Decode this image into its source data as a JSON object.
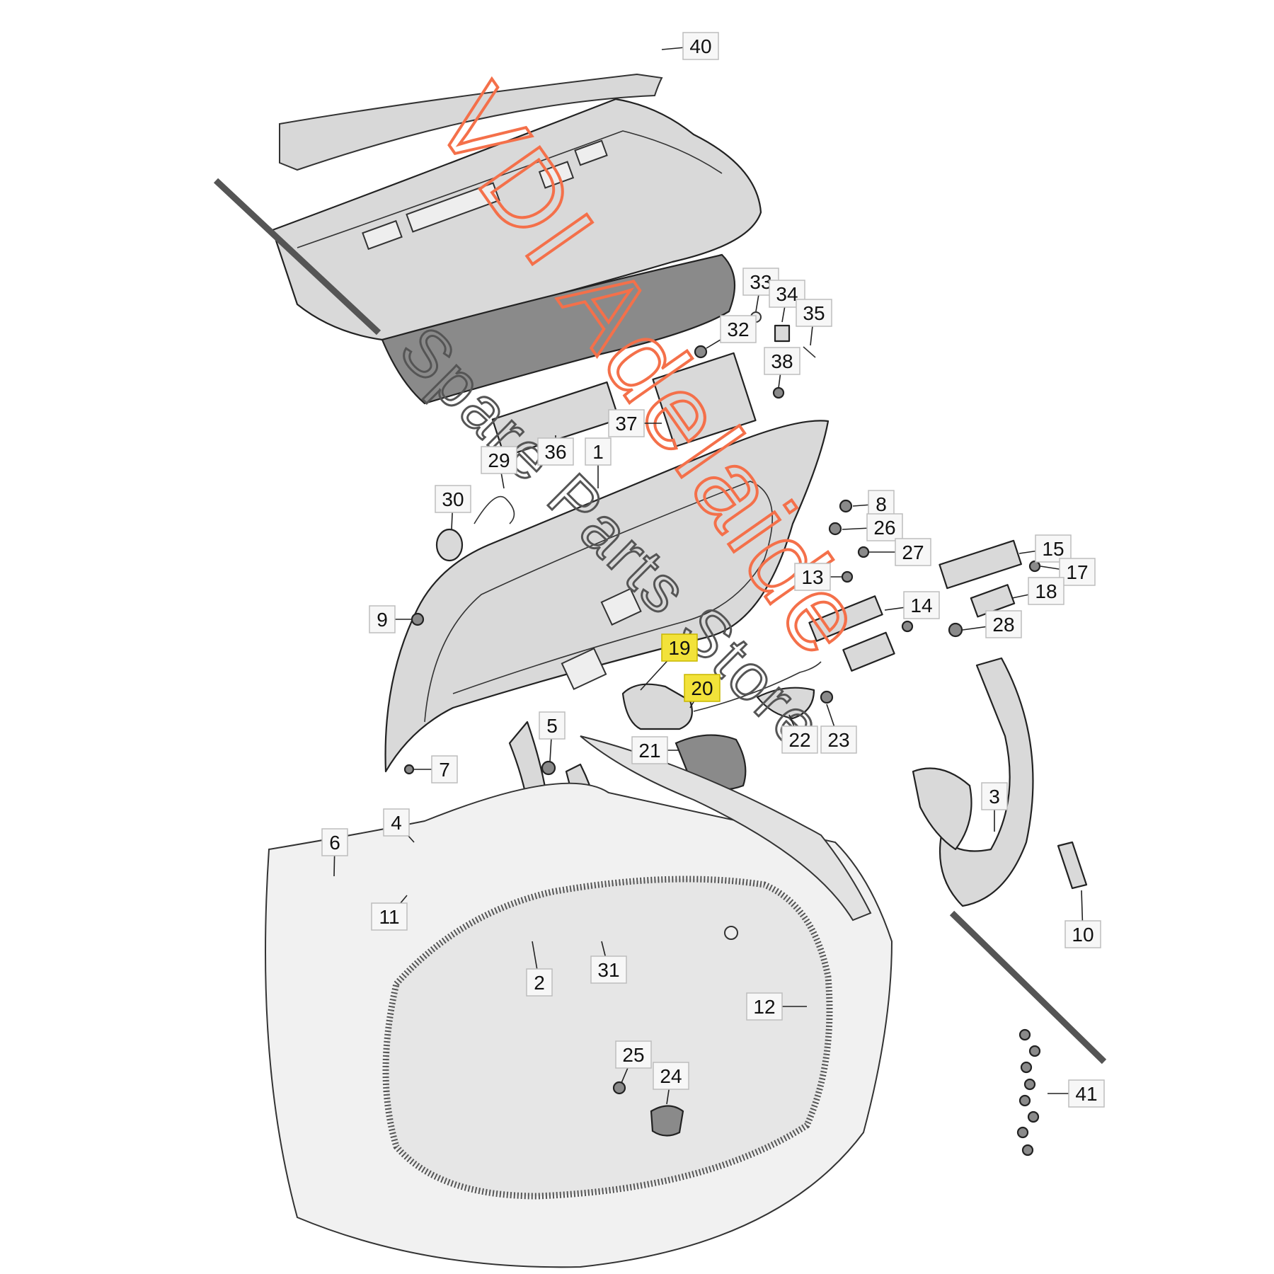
{
  "diagram": {
    "callouts": [
      "40",
      "33",
      "34",
      "35",
      "32",
      "38",
      "37",
      "36",
      "1",
      "29",
      "30",
      "8",
      "26",
      "27",
      "15",
      "17",
      "18",
      "13",
      "14",
      "28",
      "9",
      "19",
      "20",
      "22",
      "23",
      "21",
      "5",
      "7",
      "6",
      "4",
      "11",
      "2",
      "31",
      "3",
      "10",
      "12",
      "25",
      "24",
      "41"
    ],
    "highlighted": [
      "19",
      "20"
    ]
  },
  "watermark": {
    "brand": "VDI Adelaide",
    "tagline": "Spare Parts Store",
    "color": "#f4704a"
  },
  "colors": {
    "highlight": "#f2e23a",
    "line": "#222222",
    "part_fill": "#d9d9d9"
  }
}
